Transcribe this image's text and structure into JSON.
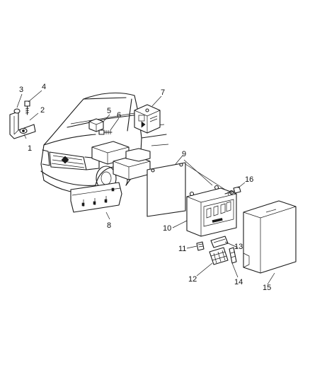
{
  "callouts": [
    "1",
    "2",
    "3",
    "4",
    "5",
    "6",
    "7",
    "8",
    "9",
    "10",
    "11",
    "12",
    "13",
    "14",
    "15",
    "16"
  ]
}
